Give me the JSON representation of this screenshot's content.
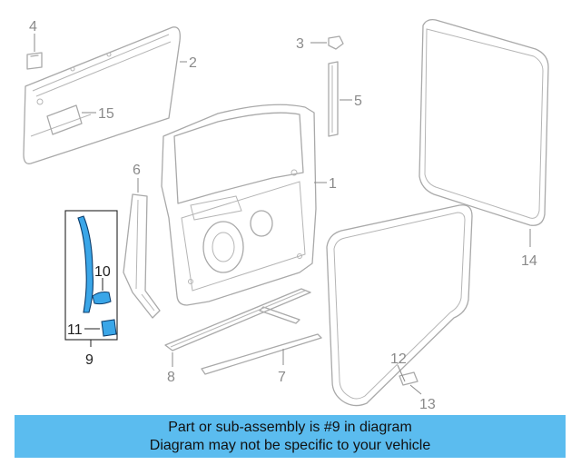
{
  "callouts": {
    "c1": "1",
    "c2": "2",
    "c3": "3",
    "c4": "4",
    "c5": "5",
    "c6": "6",
    "c7": "7",
    "c8": "8",
    "c9": "9",
    "c10": "10",
    "c11": "11",
    "c12": "12",
    "c13": "13",
    "c14": "14",
    "c15": "15"
  },
  "banner": {
    "line1": "Part or sub-assembly is #9 in diagram",
    "line2": "Diagram may not be specific to your vehicle"
  },
  "colors": {
    "banner_bg": "#5bbcef",
    "highlight_part": "#3aa6e8",
    "line_art": "#a9a9a9"
  }
}
